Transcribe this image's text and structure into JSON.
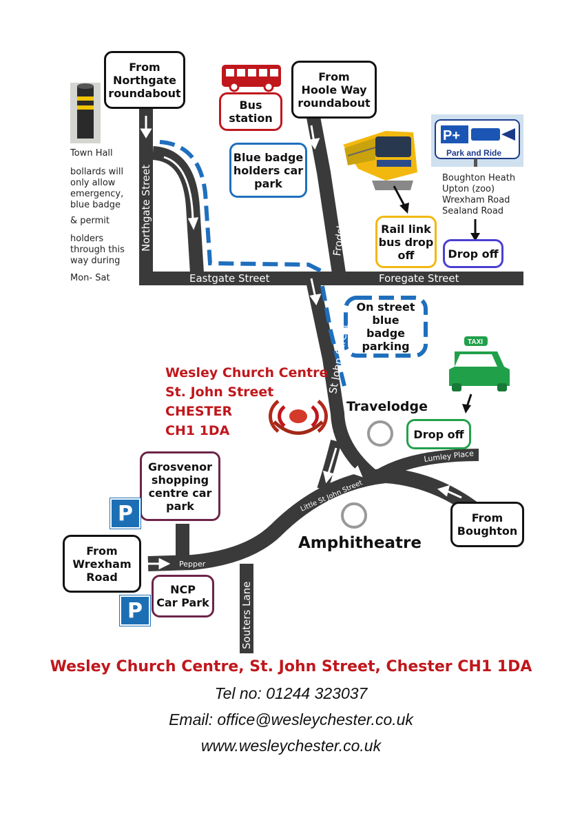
{
  "boxes": {
    "from_northgate": "From\nNorthgate\nroundabout",
    "bus_station": "Bus\nstation",
    "from_hoole_way": "From\nHoole Way\nroundabout",
    "blue_badge_car_park": "Blue badge\nholders car\npark",
    "rail_link": "Rail link\nbus drop\noff",
    "drop_off_park_ride": "Drop off",
    "on_street_blue_badge": "On street\nblue badge\nparking",
    "drop_off_taxi": "Drop off",
    "grosvenor": "Grosvenor\nshopping\ncentre car\npark",
    "from_wrexham": "From\nWrexham\nRoad",
    "ncp": "NCP\nCar Park",
    "from_boughton": "From\nBoughton"
  },
  "notes": {
    "town_hall": "Town Hall",
    "bollards_1": "bollards will\nonly allow\nemergency,\nblue badge",
    "bollards_2": "& permit",
    "bollards_3": "holders\nthrough this\nway during",
    "bollards_4": "Mon- Sat",
    "park_ride_destinations": "Boughton Heath\nUpton (zoo)\nWrexham Road\nSealand Road",
    "park_ride_sign_label": "Park and Ride",
    "park_ride_sign_code": "P+",
    "taxi_label": "TAXI"
  },
  "streets": {
    "northgate": "Northgate Street",
    "eastgate": "Eastgate Street",
    "foregate": "Foregate Street",
    "frodsham": "Frodsham Street",
    "st_john": "St John Street",
    "little_st_john": "Little St John  Street",
    "lumley": "Lumley Place",
    "pepper": "Pepper",
    "souters": "Souters Lane"
  },
  "landmarks": {
    "travelodge": "Travelodge",
    "amphitheatre": "Amphitheatre"
  },
  "venue": {
    "line1": "Wesley Church Centre",
    "line2": "St. John Street",
    "line3": "CHESTER",
    "line4": "CH1 1DA"
  },
  "parking_symbol": "P",
  "footer": {
    "address": "Wesley Church Centre, St. John Street, Chester CH1 1DA",
    "tel": "Tel no: 01244 323037",
    "email": "Email: office@wesleychester.co.uk",
    "web": "www.wesleychester.co.uk"
  },
  "colors": {
    "road": "#3a3a3a",
    "blue_badge_dash": "#1f6fbd",
    "bus_red": "#c0171c",
    "rail_yellow": "#f2b80f",
    "park_ride_purple": "#4b3fd1",
    "taxi_green": "#21a04a",
    "car_park_maroon": "#6b2448",
    "venue_red": "#c0171c",
    "parking_blue": "#1c6fb5"
  }
}
